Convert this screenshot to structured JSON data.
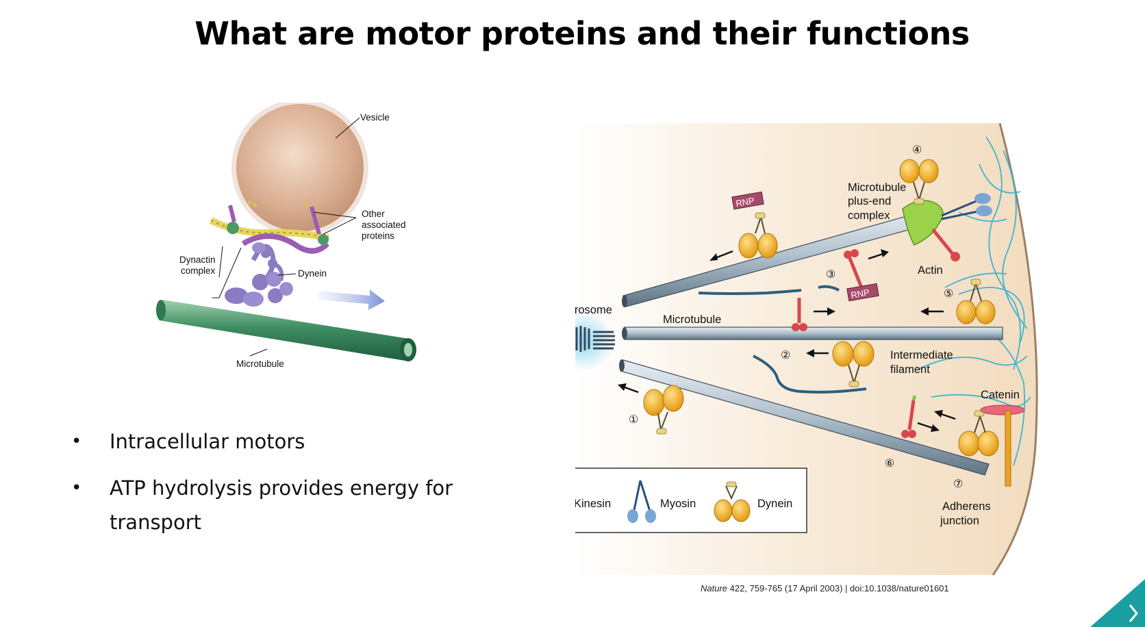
{
  "slide": {
    "title": "What are motor proteins and their functions",
    "bullets": [
      "Intracellular motors",
      "ATP hydrolysis provides energy for transport"
    ]
  },
  "left_figure": {
    "labels": {
      "vesicle": "Vesicle",
      "other_proteins_1": "Other",
      "other_proteins_2": "associated",
      "other_proteins_3": "proteins",
      "dynactin_1": "Dynactin",
      "dynactin_2": "complex",
      "dynein": "Dynein",
      "microtubule": "Microtubule"
    }
  },
  "right_figure": {
    "labels": {
      "centrosome": "Centrosome",
      "microtubule": "Microtubule",
      "plus_end_1": "Microtubule",
      "plus_end_2": "plus-end",
      "plus_end_3": "complex",
      "actin": "Actin",
      "intermediate_1": "Intermediate",
      "intermediate_2": "filament",
      "catenin": "Catenin",
      "adherens_1": "Adherens",
      "adherens_2": "junction",
      "rnp": "RNP"
    },
    "numbers": [
      "①",
      "②",
      "③",
      "④",
      "⑤",
      "⑥",
      "⑦"
    ],
    "legend": [
      "Kinesin",
      "Myosin",
      "Dynein"
    ]
  },
  "citation": {
    "journal": "Nature",
    "volume": "422",
    "rest": ", 759-765 (17 April 2003) | doi:10.1038/nature01601"
  },
  "colors": {
    "dynein_yellow": "#f2b92a",
    "kinesin_red": "#d8474c",
    "myosin_blue": "#7aa6d6",
    "actin_cyan": "#3fb4cf",
    "cell_background": "#f6e9d6",
    "nav_teal": "#1a9ea0"
  },
  "icons": [
    "next-slide-chevron-icon"
  ]
}
